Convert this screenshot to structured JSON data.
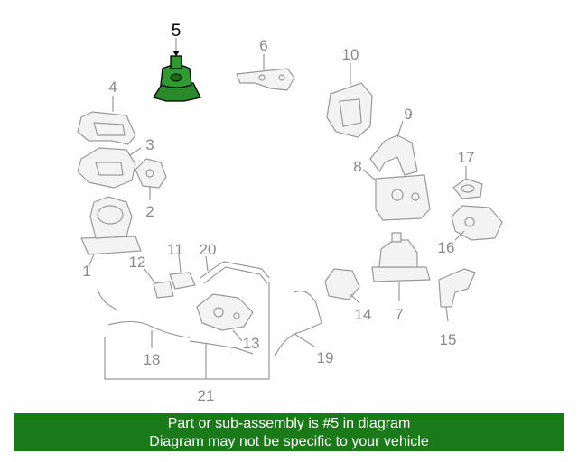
{
  "callouts": {
    "c1": "1",
    "c2": "2",
    "c3": "3",
    "c4": "4",
    "c5": "5",
    "c6": "6",
    "c7": "7",
    "c8": "8",
    "c9": "9",
    "c10": "10",
    "c11": "11",
    "c12": "12",
    "c13": "13",
    "c14": "14",
    "c15": "15",
    "c16": "16",
    "c17": "17",
    "c18": "18",
    "c19": "19",
    "c20": "20",
    "c21": "21"
  },
  "highlight": {
    "part_number": "5",
    "color": "#1a7a1a"
  },
  "banner": {
    "line1": "Part or sub-assembly is #5 in diagram",
    "line2": "Diagram may not be specific to your vehicle",
    "background": "#1a7a1a"
  }
}
